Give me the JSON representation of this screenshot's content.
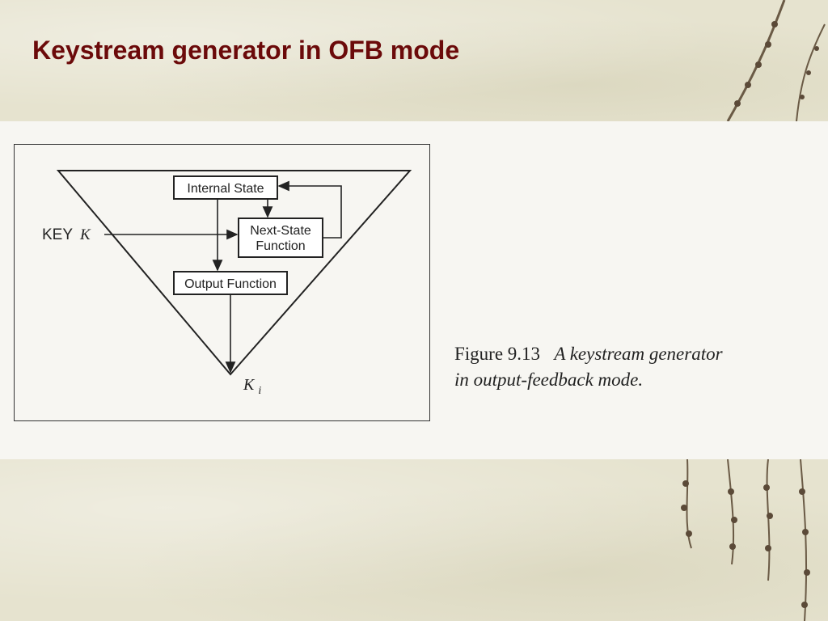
{
  "slide": {
    "title": "Keystream generator in OFB mode"
  },
  "diagram": {
    "nodes": {
      "internal_state": "Internal State",
      "next_state_line1": "Next-State",
      "next_state_line2": "Function",
      "output_function": "Output Function"
    },
    "key_label": "KEY",
    "key_symbol": "K",
    "output_symbol": "K",
    "output_subscript": "i"
  },
  "caption": {
    "figure_number": "Figure 9.13",
    "text_line1": "A keystream generator",
    "text_line2": "in output-feedback mode."
  },
  "colors": {
    "title": "#6b0a0a",
    "ink": "#222222",
    "background": "#e9e6d3"
  }
}
